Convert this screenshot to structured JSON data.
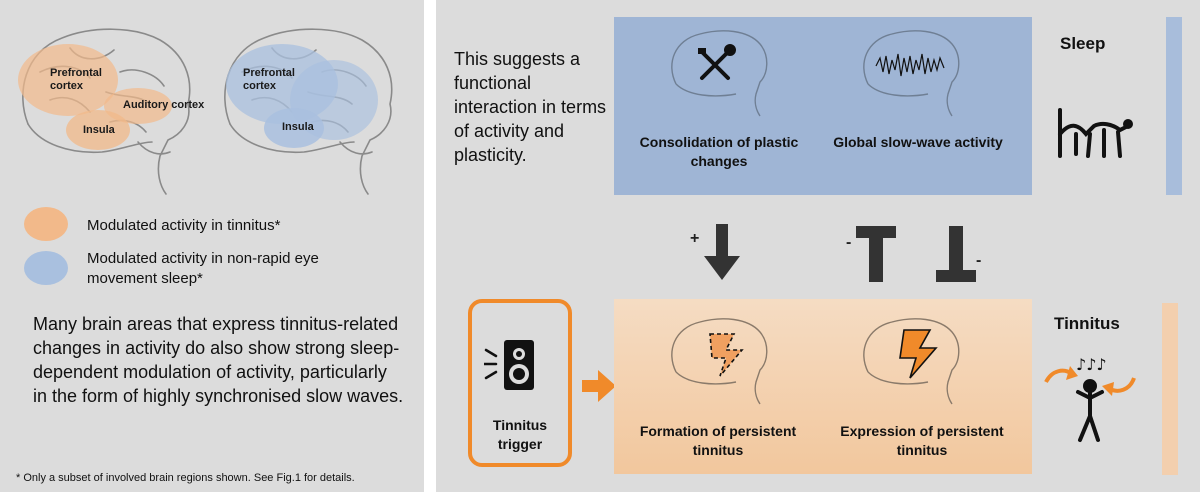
{
  "left": {
    "brain_left_labels": {
      "prefrontal": "Prefrontal\ncortex",
      "auditory": "Auditory cortex",
      "insula": "Insula"
    },
    "brain_right_labels": {
      "prefrontal": "Prefrontal\ncortex",
      "insula": "Insula"
    },
    "legend": {
      "tinnitus": "Modulated activity in tinnitus*",
      "sleep": "Modulated activity in non-rapid eye movement sleep*",
      "tinnitus_color": "#f2b98a",
      "sleep_color": "#a9c0df"
    },
    "body_text": "Many brain areas that express tinnitus-related changes in activity do also show strong sleep-dependent modulation of activity, particularly in the form of highly synchronised slow waves.",
    "footnote": "* Only a subset of involved brain regions shown. See Fig.1 for details."
  },
  "right": {
    "intro_text": "This suggests a functional interaction in terms of activity and plasticity.",
    "sleep": {
      "title": "Sleep",
      "box_color": "#9fb5d5",
      "bar_color": "#a8bddb",
      "consolidation": "Consolidation of plastic changes",
      "slow_wave": "Global slow-wave activity"
    },
    "interaction": {
      "plus": "+",
      "minus_left": "-",
      "minus_right": "-"
    },
    "tinnitus": {
      "title": "Tinnitus",
      "box_color_top": "#f5dcc3",
      "box_color_bottom": "#f2c79d",
      "bar_color": "#f3cfae",
      "accent": "#f08a2a",
      "trigger": "Tinnitus trigger",
      "formation": "Formation of persistent tinnitus",
      "expression": "Expression of persistent tinnitus"
    },
    "icons": [
      "tools-icon",
      "slow-wave-icon",
      "sleeping-person-icon",
      "speaker-icon",
      "lightning-icon",
      "person-with-music-notes-icon"
    ]
  }
}
